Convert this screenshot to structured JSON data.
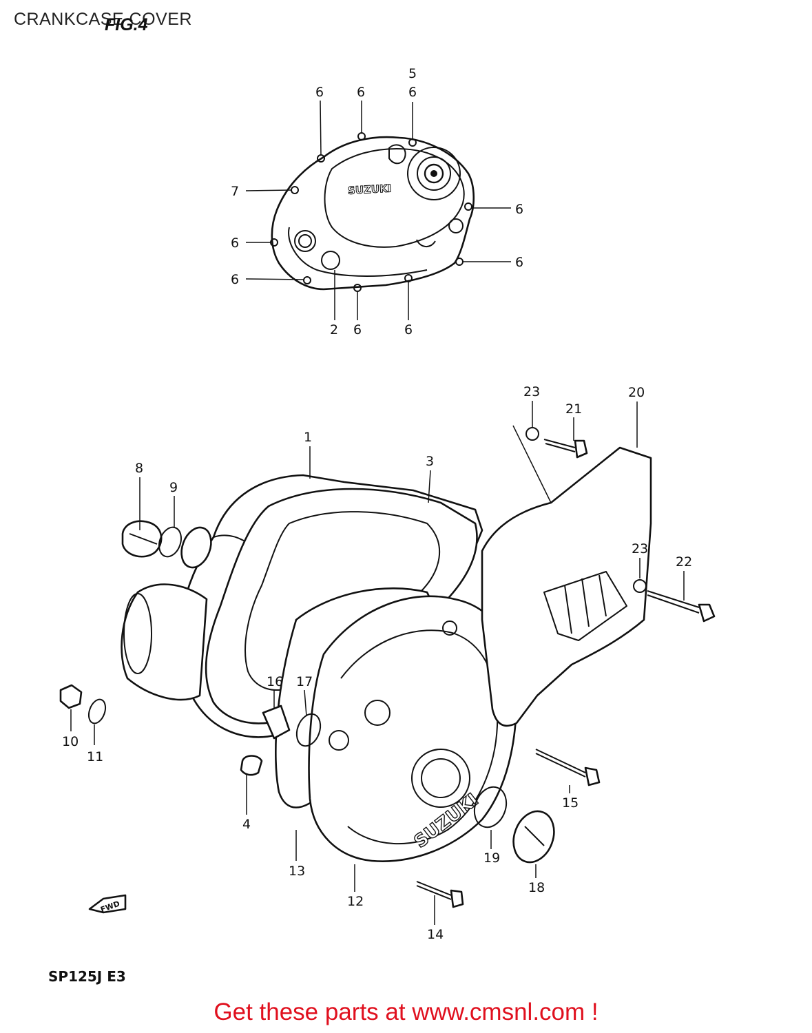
{
  "header": {
    "title": "CRANKCASE COVER",
    "figure": "FIG.4"
  },
  "callouts": {
    "top": [
      {
        "label": "5"
      },
      {
        "label": "6"
      },
      {
        "label": "6"
      },
      {
        "label": "6"
      },
      {
        "label": "7"
      },
      {
        "label": "6"
      },
      {
        "label": "6"
      },
      {
        "label": "6"
      },
      {
        "label": "6"
      },
      {
        "label": "2"
      },
      {
        "label": "6"
      },
      {
        "label": "6"
      }
    ],
    "bottom": [
      {
        "label": "1"
      },
      {
        "label": "3"
      },
      {
        "label": "8"
      },
      {
        "label": "9"
      },
      {
        "label": "23"
      },
      {
        "label": "21"
      },
      {
        "label": "20"
      },
      {
        "label": "23"
      },
      {
        "label": "22"
      },
      {
        "label": "16"
      },
      {
        "label": "17"
      },
      {
        "label": "10"
      },
      {
        "label": "11"
      },
      {
        "label": "4"
      },
      {
        "label": "13"
      },
      {
        "label": "12"
      },
      {
        "label": "15"
      },
      {
        "label": "19"
      },
      {
        "label": "18"
      },
      {
        "label": "14"
      }
    ]
  },
  "cover_logo": "SUZUKI",
  "arrow_label": "FWD",
  "model": "SP125J  E3",
  "footer": {
    "link_text": "Get these parts at www.cmsnl.com !",
    "color": "#e0101e"
  }
}
